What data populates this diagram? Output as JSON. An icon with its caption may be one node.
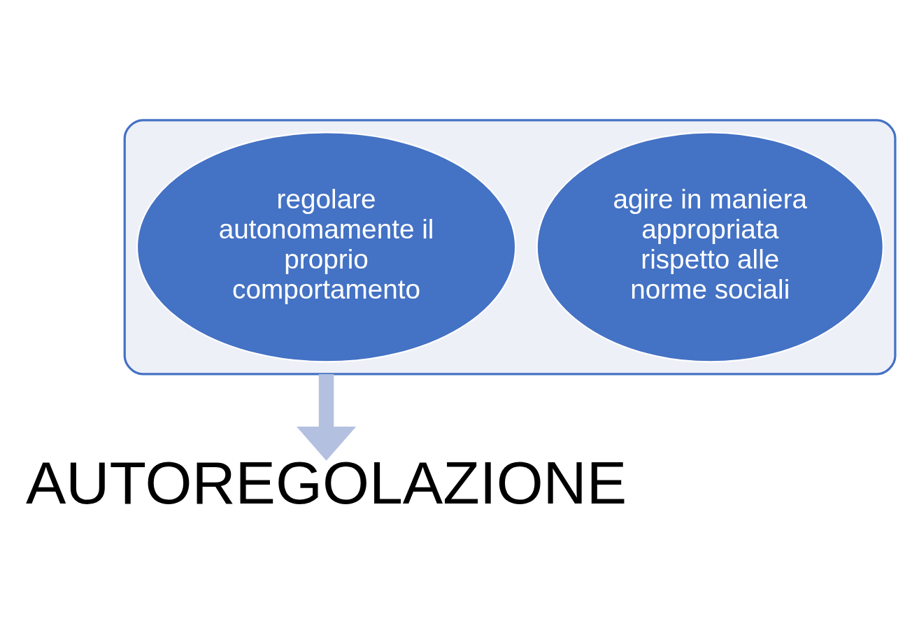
{
  "diagram": {
    "nodes": [
      {
        "text": [],
        "shape": "funnel"
      },
      {
        "text": [
          "agire in maniera appropriata rispetto alle norme sociali"
        ],
        "in": 0
      },
      {
        "text": [
          "regolare autonomamente il proprio comportamento"
        ],
        "in": 0
      },
      {
        "text": [
          "AUTOREGOLAZIONE"
        ]
      }
    ],
    "edges": [
      {
        "from": 0,
        "to": 3,
        "arrow": "to"
      }
    ]
  }
}
